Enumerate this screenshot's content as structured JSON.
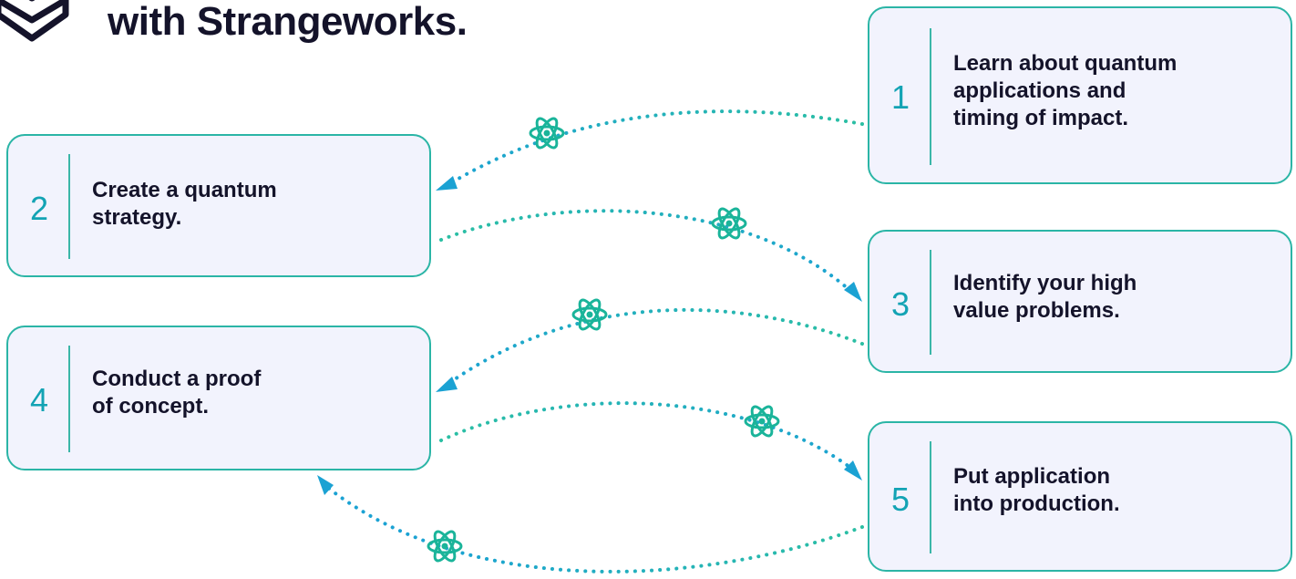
{
  "header": {
    "title_line1": "",
    "title_line2": "with Strangeworks."
  },
  "icons": {
    "logo": "strangeworks-logo-icon",
    "connector": "atom-icon"
  },
  "colors": {
    "box_fill": "#f2f3fd",
    "box_border": "#2bb5a6",
    "number": "#13a3b4",
    "text": "#14132a",
    "dots_teal": "#2bbfa3",
    "dots_blue": "#1ba2d3"
  },
  "steps": [
    {
      "number": "1",
      "lines": [
        "Learn about quantum",
        "applications and",
        "timing of impact."
      ]
    },
    {
      "number": "2",
      "lines": [
        "Create a quantum",
        "strategy."
      ]
    },
    {
      "number": "3",
      "lines": [
        "Identify your high",
        "value problems."
      ]
    },
    {
      "number": "4",
      "lines": [
        "Conduct a proof",
        "of concept."
      ]
    },
    {
      "number": "5",
      "lines": [
        "Put application",
        "into production."
      ]
    }
  ]
}
